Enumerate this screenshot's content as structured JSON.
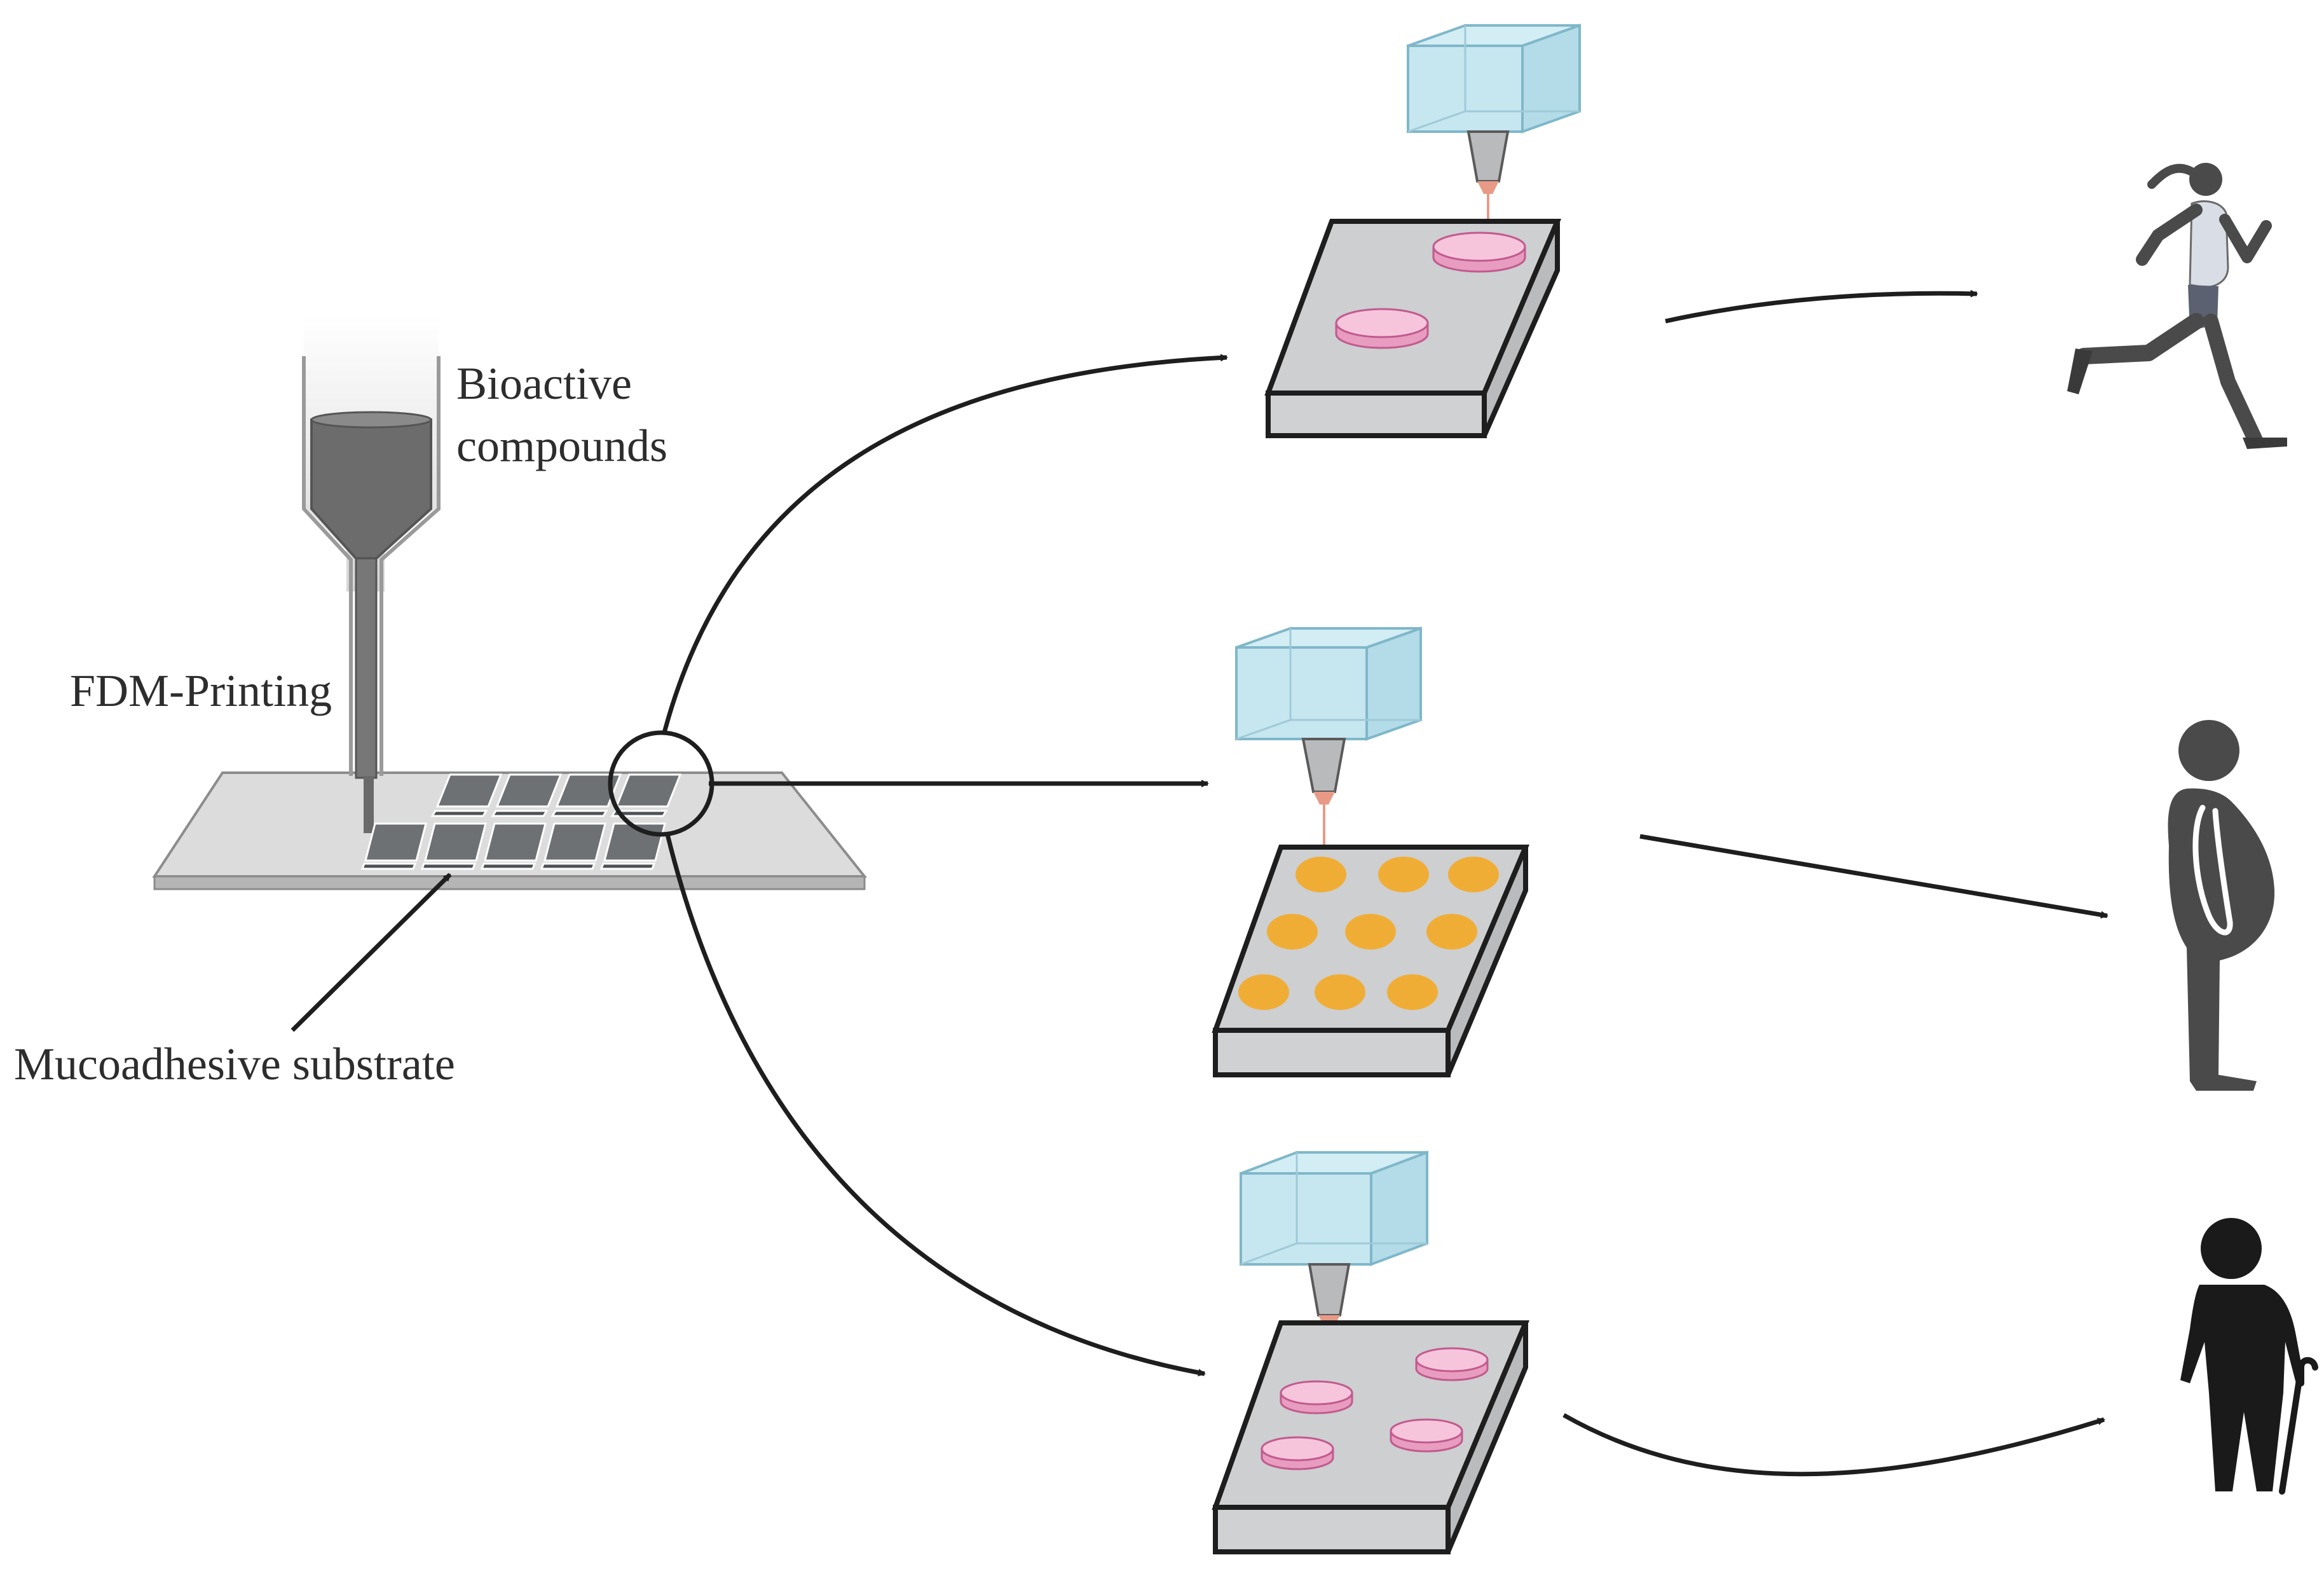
{
  "labels": {
    "bioactive_line1": "Bioactive",
    "bioactive_line2": "compounds",
    "fdm_printing": "FDM-Printing",
    "mucoadhesive_substrate": "Mucoadhesive substrate"
  },
  "colors": {
    "stroke": "#1e1e1e",
    "plate_top": "#cdcfd1",
    "plate_side": "#b9bbbd",
    "glass_cube": "#bfe3ee",
    "pink_disc": "#f2b8d4",
    "orange_dot": "#f0ad36",
    "film_tile": "#6e7174",
    "figure_gray": "#4a4a4a",
    "figure_black": "#1a1a1a"
  },
  "icons": {
    "top": "runner-icon",
    "middle": "pregnant-person-icon",
    "bottom": "elderly-person-with-cane-icon"
  }
}
